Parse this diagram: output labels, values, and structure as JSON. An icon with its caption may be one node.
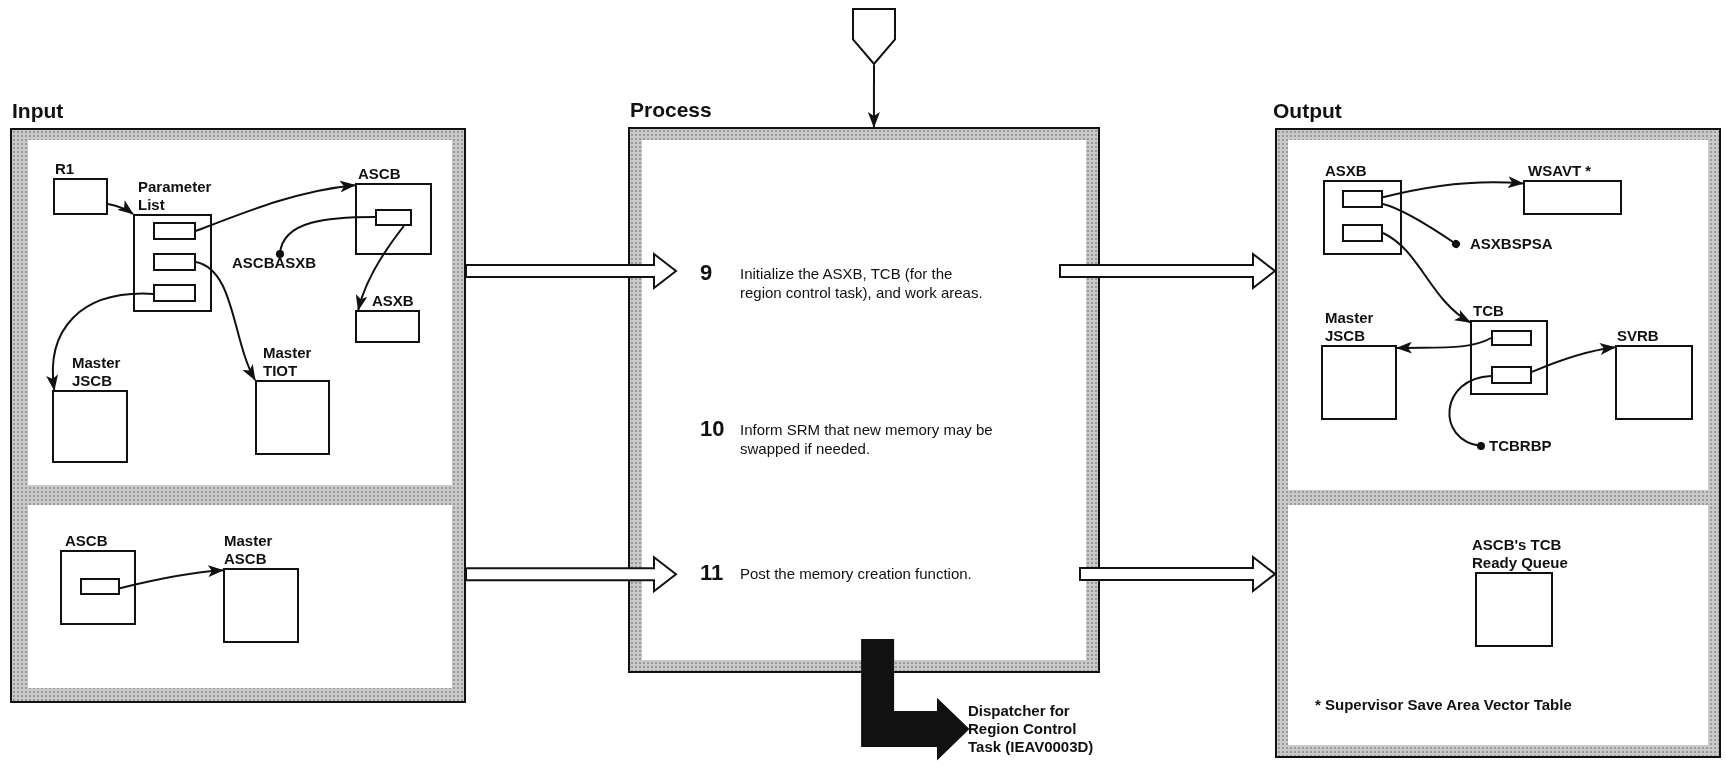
{
  "diagram": {
    "nodes": [
      {
        "text": [],
        "shape": "pentagon"
      },
      {
        "text": [
          "Input"
        ]
      },
      {
        "text": [
          "R1"
        ],
        "in": 1
      },
      {
        "text": [
          "Parameter List"
        ],
        "in": 1
      },
      {
        "text": [],
        "shape": "box",
        "in": 3
      },
      {
        "text": [],
        "shape": "box",
        "in": 3
      },
      {
        "text": [],
        "shape": "box",
        "in": 3
      },
      {
        "text": [
          "ASCB"
        ],
        "in": 1
      },
      {
        "text": [],
        "shape": "box",
        "in": 7
      },
      {
        "text": [
          "ASCBASXB"
        ],
        "in": 1
      },
      {
        "text": [
          "ASXB"
        ],
        "in": 1
      },
      {
        "text": [
          "Master JSCB"
        ],
        "in": 1
      },
      {
        "text": [
          "Master TIOT"
        ],
        "in": 1
      },
      {
        "text": [
          "ASCB"
        ],
        "in": 1
      },
      {
        "text": [],
        "shape": "box",
        "in": 13
      },
      {
        "text": [
          "Master ASCB"
        ],
        "in": 1
      },
      {
        "text": [
          "Process"
        ]
      },
      {
        "text": [
          "9",
          "Initialize the ASXB, TCB (for the region control task), and work areas."
        ],
        "in": 16
      },
      {
        "text": [
          "10",
          "Inform SRM that new memory may be swapped if needed."
        ],
        "in": 16
      },
      {
        "text": [
          "11",
          "Post the memory creation function."
        ],
        "in": 16
      },
      {
        "text": [
          "Output"
        ]
      },
      {
        "text": [
          "ASXB"
        ],
        "in": 20
      },
      {
        "text": [],
        "shape": "box",
        "in": 21
      },
      {
        "text": [],
        "shape": "box",
        "in": 21
      },
      {
        "text": [
          "WSAVT *"
        ],
        "in": 20
      },
      {
        "text": [
          "ASXBSPSA"
        ],
        "in": 20
      },
      {
        "text": [
          "Master JSCB"
        ],
        "in": 20
      },
      {
        "text": [
          "TCB"
        ],
        "in": 20
      },
      {
        "text": [],
        "shape": "box",
        "in": 27
      },
      {
        "text": [],
        "shape": "box",
        "in": 27
      },
      {
        "text": [
          "SVRB"
        ],
        "in": 20
      },
      {
        "text": [
          "TCBRBP"
        ],
        "in": 20
      },
      {
        "text": [
          "ASCB's TCB Ready Queue"
        ],
        "in": 20
      },
      {
        "text": [
          "Dispatcher for Region Control Task (IEAV0003D)"
        ]
      }
    ],
    "edges": [
      {
        "from": 0,
        "to": 16,
        "arrow": "to"
      },
      {
        "from": 2,
        "to": 3,
        "arrow": "to"
      },
      {
        "from": 4,
        "to": 7,
        "arrow": "to"
      },
      {
        "from": 9,
        "to": 8,
        "arrow": "other"
      },
      {
        "from": 8,
        "to": 10,
        "arrow": "to"
      },
      {
        "from": 5,
        "to": 12,
        "arrow": "to"
      },
      {
        "from": 6,
        "to": 11,
        "arrow": "to"
      },
      {
        "from": 14,
        "to": 15,
        "arrow": "to"
      },
      {
        "from": 1,
        "to": 17,
        "arrow": "to",
        "style": "thick"
      },
      {
        "from": 17,
        "to": 20,
        "arrow": "to",
        "style": "thick"
      },
      {
        "from": 1,
        "to": 19,
        "arrow": "to",
        "style": "thick"
      },
      {
        "from": 19,
        "to": 20,
        "arrow": "to",
        "style": "thick"
      },
      {
        "from": 16,
        "to": 33,
        "arrow": "to",
        "style": "thick"
      },
      {
        "from": 22,
        "to": 24,
        "arrow": "to"
      },
      {
        "from": 25,
        "to": 22,
        "arrow": "other"
      },
      {
        "from": 23,
        "to": 27,
        "arrow": "to"
      },
      {
        "from": 28,
        "to": 26,
        "arrow": "to"
      },
      {
        "from": 29,
        "to": 30,
        "arrow": "to"
      },
      {
        "from": 31,
        "to": 29,
        "arrow": "other"
      }
    ],
    "labels": [
      "* Supervisor Save Area Vector Table"
    ]
  }
}
